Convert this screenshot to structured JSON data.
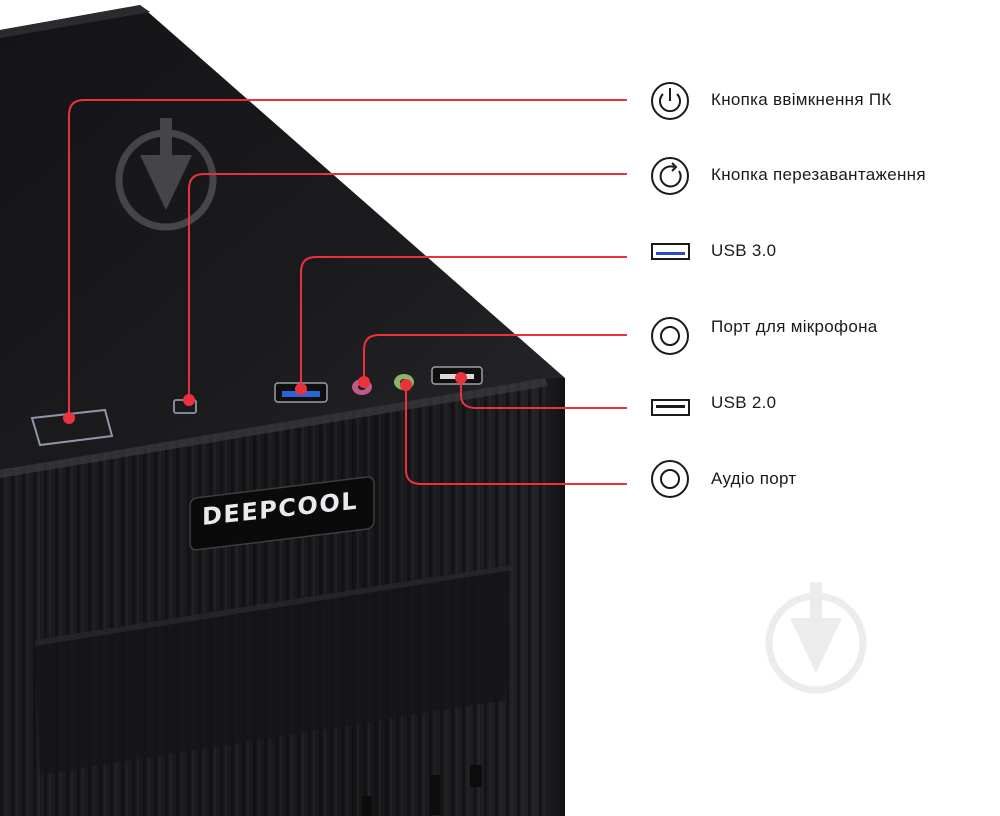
{
  "brand": {
    "case_logo": "DEEPCOOL",
    "accent_color": "#e8323c"
  },
  "features": [
    {
      "icon": "power-icon",
      "label": "Кнопка ввімкнення ПК"
    },
    {
      "icon": "reset-icon",
      "label": "Кнопка перезавантаження"
    },
    {
      "icon": "usb3-port-icon",
      "label": "USB 3.0"
    },
    {
      "icon": "microphone-port-icon",
      "label": "Порт для мікрофона"
    },
    {
      "icon": "usb2-port-icon",
      "label": "USB 2.0"
    },
    {
      "icon": "audio-port-icon",
      "label": "Аудіо порт"
    }
  ]
}
